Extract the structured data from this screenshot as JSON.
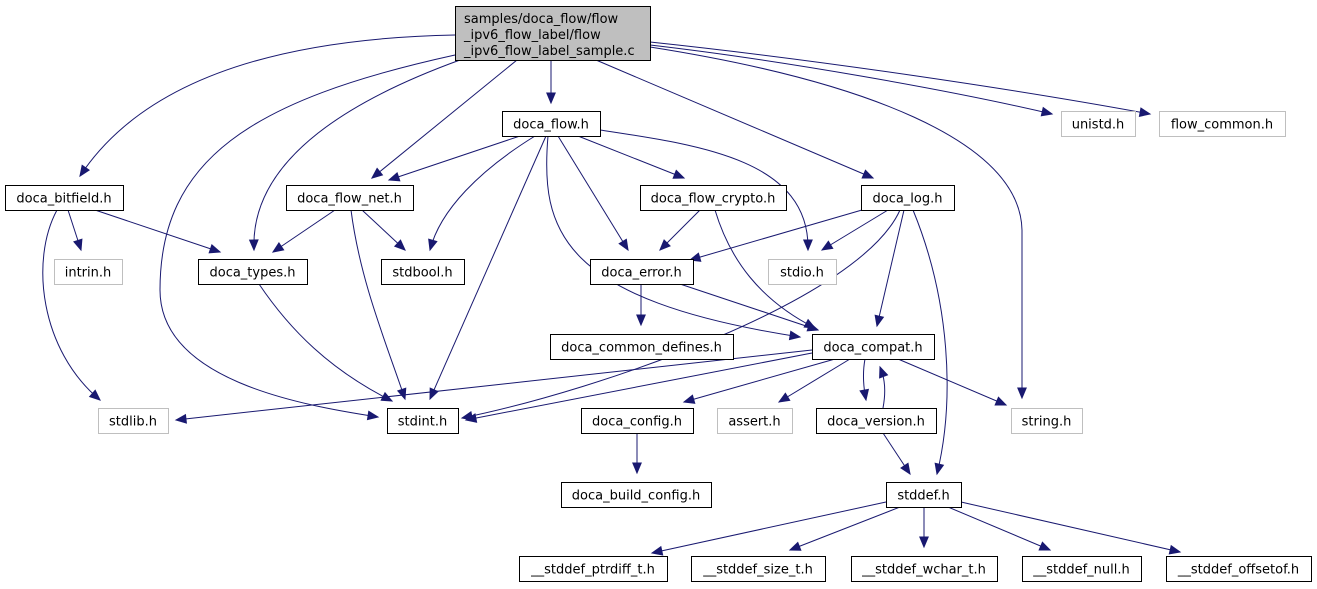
{
  "graph": {
    "title": "Include dependency graph",
    "colors": {
      "edge": "#191970",
      "root_fill": "#bfbfbf",
      "local_border": "#000000",
      "system_border": "#bfbfbf"
    },
    "nodes": [
      {
        "id": "root",
        "kind": "root",
        "lines": [
          "samples/doca_flow/flow",
          "_ipv6_flow_label/flow",
          "_ipv6_flow_label_sample.c"
        ]
      },
      {
        "id": "doca_flow_h",
        "kind": "local",
        "lines": [
          "doca_flow.h"
        ]
      },
      {
        "id": "unistd_h",
        "kind": "system",
        "lines": [
          "unistd.h"
        ]
      },
      {
        "id": "flow_common_h",
        "kind": "system",
        "lines": [
          "flow_common.h"
        ]
      },
      {
        "id": "doca_bitfield_h",
        "kind": "local",
        "lines": [
          "doca_bitfield.h"
        ]
      },
      {
        "id": "doca_flow_net_h",
        "kind": "local",
        "lines": [
          "doca_flow_net.h"
        ]
      },
      {
        "id": "doca_flow_crypto_h",
        "kind": "local",
        "lines": [
          "doca_flow_crypto.h"
        ]
      },
      {
        "id": "doca_log_h",
        "kind": "local",
        "lines": [
          "doca_log.h"
        ]
      },
      {
        "id": "intrin_h",
        "kind": "system",
        "lines": [
          "intrin.h"
        ]
      },
      {
        "id": "doca_types_h",
        "kind": "local",
        "lines": [
          "doca_types.h"
        ]
      },
      {
        "id": "stdbool_h",
        "kind": "local",
        "lines": [
          "stdbool.h"
        ]
      },
      {
        "id": "doca_error_h",
        "kind": "local",
        "lines": [
          "doca_error.h"
        ]
      },
      {
        "id": "stdio_h",
        "kind": "system",
        "lines": [
          "stdio.h"
        ]
      },
      {
        "id": "doca_common_defines_h",
        "kind": "local",
        "lines": [
          "doca_common_defines.h"
        ]
      },
      {
        "id": "doca_compat_h",
        "kind": "local",
        "lines": [
          "doca_compat.h"
        ]
      },
      {
        "id": "stdlib_h",
        "kind": "system",
        "lines": [
          "stdlib.h"
        ]
      },
      {
        "id": "stdint_h",
        "kind": "local",
        "lines": [
          "stdint.h"
        ]
      },
      {
        "id": "doca_config_h",
        "kind": "local",
        "lines": [
          "doca_config.h"
        ]
      },
      {
        "id": "assert_h",
        "kind": "system",
        "lines": [
          "assert.h"
        ]
      },
      {
        "id": "doca_version_h",
        "kind": "local",
        "lines": [
          "doca_version.h"
        ]
      },
      {
        "id": "string_h",
        "kind": "system",
        "lines": [
          "string.h"
        ]
      },
      {
        "id": "doca_build_config_h",
        "kind": "local",
        "lines": [
          "doca_build_config.h"
        ]
      },
      {
        "id": "stddef_h",
        "kind": "local",
        "lines": [
          "stddef.h"
        ]
      },
      {
        "id": "stddef_ptrdiff_t_h",
        "kind": "local",
        "lines": [
          "__stddef_ptrdiff_t.h"
        ]
      },
      {
        "id": "stddef_size_t_h",
        "kind": "local",
        "lines": [
          "__stddef_size_t.h"
        ]
      },
      {
        "id": "stddef_wchar_t_h",
        "kind": "local",
        "lines": [
          "__stddef_wchar_t.h"
        ]
      },
      {
        "id": "stddef_null_h",
        "kind": "local",
        "lines": [
          "__stddef_null.h"
        ]
      },
      {
        "id": "stddef_offsetof_h",
        "kind": "local",
        "lines": [
          "__stddef_offsetof.h"
        ]
      }
    ],
    "edges": [
      {
        "from": "root",
        "to": "doca_flow_h"
      },
      {
        "from": "root",
        "to": "unistd_h"
      },
      {
        "from": "root",
        "to": "flow_common_h"
      },
      {
        "from": "root",
        "to": "doca_bitfield_h"
      },
      {
        "from": "root",
        "to": "stdint_h"
      },
      {
        "from": "root",
        "to": "doca_types_h"
      },
      {
        "from": "root",
        "to": "doca_flow_net_h"
      },
      {
        "from": "root",
        "to": "doca_log_h"
      },
      {
        "from": "root",
        "to": "string_h"
      },
      {
        "from": "doca_flow_h",
        "to": "doca_flow_net_h"
      },
      {
        "from": "doca_flow_h",
        "to": "stdbool_h"
      },
      {
        "from": "doca_flow_h",
        "to": "stdint_h"
      },
      {
        "from": "doca_flow_h",
        "to": "doca_compat_h"
      },
      {
        "from": "doca_flow_h",
        "to": "doca_error_h"
      },
      {
        "from": "doca_flow_h",
        "to": "doca_flow_crypto_h"
      },
      {
        "from": "doca_flow_h",
        "to": "stdio_h"
      },
      {
        "from": "doca_bitfield_h",
        "to": "intrin_h"
      },
      {
        "from": "doca_bitfield_h",
        "to": "doca_types_h"
      },
      {
        "from": "doca_bitfield_h",
        "to": "stdlib_h"
      },
      {
        "from": "doca_flow_net_h",
        "to": "doca_types_h"
      },
      {
        "from": "doca_flow_net_h",
        "to": "stdbool_h"
      },
      {
        "from": "doca_flow_net_h",
        "to": "stdint_h"
      },
      {
        "from": "doca_types_h",
        "to": "stdint_h"
      },
      {
        "from": "doca_flow_crypto_h",
        "to": "doca_error_h"
      },
      {
        "from": "doca_flow_crypto_h",
        "to": "doca_compat_h"
      },
      {
        "from": "doca_log_h",
        "to": "doca_error_h"
      },
      {
        "from": "doca_log_h",
        "to": "stdio_h"
      },
      {
        "from": "doca_log_h",
        "to": "stdint_h"
      },
      {
        "from": "doca_log_h",
        "to": "doca_compat_h"
      },
      {
        "from": "doca_log_h",
        "to": "stddef_h"
      },
      {
        "from": "doca_error_h",
        "to": "doca_common_defines_h"
      },
      {
        "from": "doca_error_h",
        "to": "doca_compat_h"
      },
      {
        "from": "doca_compat_h",
        "to": "stdlib_h"
      },
      {
        "from": "doca_compat_h",
        "to": "stdint_h"
      },
      {
        "from": "doca_compat_h",
        "to": "doca_config_h"
      },
      {
        "from": "doca_compat_h",
        "to": "assert_h"
      },
      {
        "from": "doca_compat_h",
        "to": "doca_version_h"
      },
      {
        "from": "doca_compat_h",
        "to": "string_h"
      },
      {
        "from": "doca_version_h",
        "to": "doca_compat_h"
      },
      {
        "from": "doca_version_h",
        "to": "stddef_h"
      },
      {
        "from": "doca_config_h",
        "to": "doca_build_config_h"
      },
      {
        "from": "stddef_h",
        "to": "stddef_ptrdiff_t_h"
      },
      {
        "from": "stddef_h",
        "to": "stddef_size_t_h"
      },
      {
        "from": "stddef_h",
        "to": "stddef_wchar_t_h"
      },
      {
        "from": "stddef_h",
        "to": "stddef_null_h"
      },
      {
        "from": "stddef_h",
        "to": "stddef_offsetof_h"
      }
    ]
  }
}
